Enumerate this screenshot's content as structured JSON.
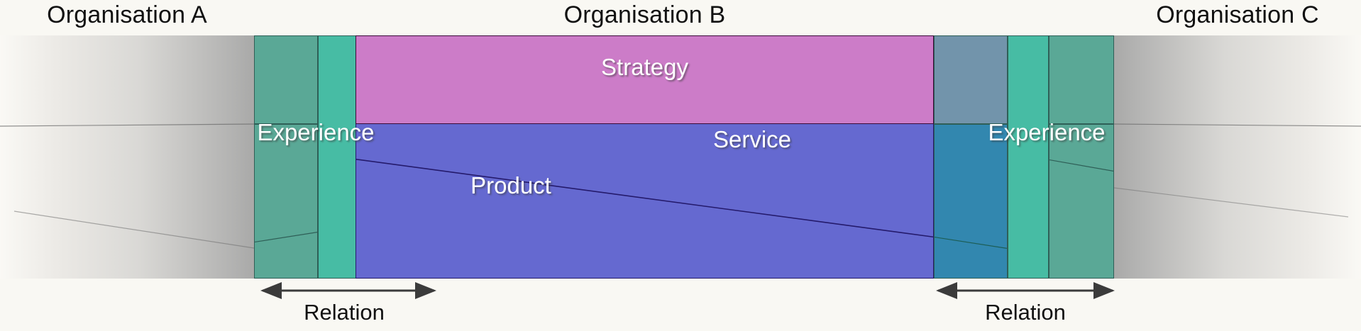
{
  "diagram": {
    "type": "layered-organisation-relation-diagram",
    "background": "#f9f8f3",
    "headers": [
      {
        "label": "Organisation A",
        "position": "left"
      },
      {
        "label": "Organisation B",
        "position": "center"
      },
      {
        "label": "Organisation C",
        "position": "right"
      }
    ],
    "center_panel": {
      "upper": {
        "label": "Strategy",
        "color": "#cc7cc8"
      },
      "lower": {
        "upper_region_label": "Service",
        "lower_region_label": "Product",
        "color": "#6569d0",
        "divider": "diagonal"
      }
    },
    "left_bands": [
      {
        "name": "band-teal-dark",
        "color": "#5aa896",
        "split": true
      },
      {
        "name": "band-teal-bright",
        "color": "#47bca4",
        "split": false
      },
      {
        "name": "band-steel-blue",
        "color_top": "#7294ab",
        "color_bottom": "#3287af",
        "split": true
      }
    ],
    "right_bands": [
      {
        "name": "band-steel-blue",
        "color_top": "#7294ab",
        "color_bottom": "#3287af",
        "split": true
      },
      {
        "name": "band-teal-bright",
        "color": "#47bca4",
        "split": false
      },
      {
        "name": "band-teal-dark",
        "color": "#5aa896",
        "split": true
      }
    ],
    "experience_label_left": "Experience",
    "experience_label_right": "Experience",
    "relations": [
      {
        "label": "Relation",
        "side": "left",
        "arrow": "double-headed"
      },
      {
        "label": "Relation",
        "side": "right",
        "arrow": "double-headed"
      }
    ],
    "colors": {
      "teal_dark": "#5aa896",
      "teal_bright": "#47bca4",
      "steel_blue": "#7294ab",
      "blue_mid": "#3287af",
      "pink": "#cc7cc8",
      "indigo": "#6569d0",
      "border_teal": "#2f5f57",
      "border_indigo": "#241a6b",
      "border_pink": "#3a0b38",
      "text_light": "#ffffff",
      "text_dark": "#111111",
      "arrow": "#3b3b3b"
    }
  }
}
